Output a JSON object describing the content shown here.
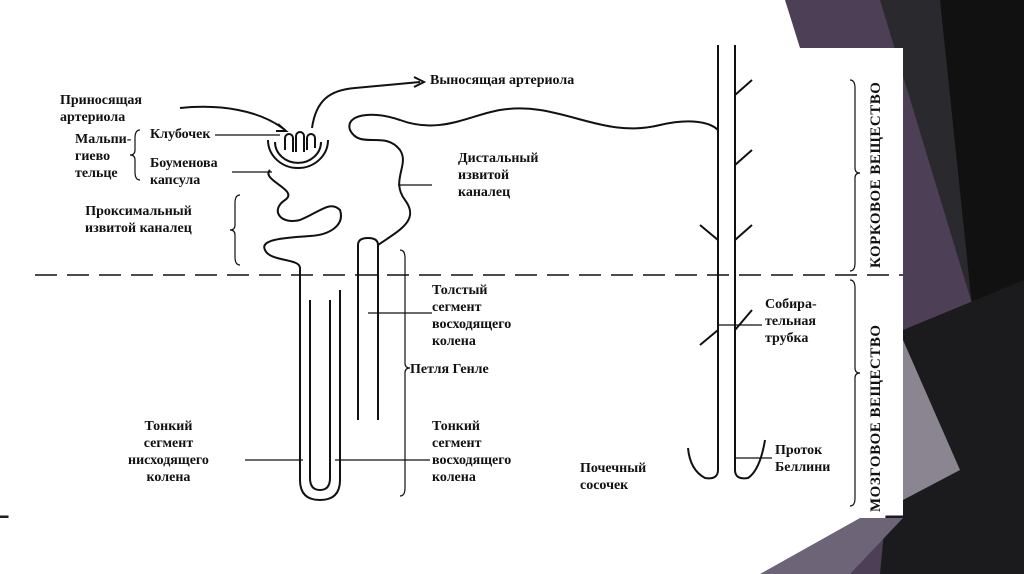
{
  "labels": {
    "afferent": [
      "Приносящая",
      "артериола"
    ],
    "efferent": "Выносящая артериола",
    "malpighian": [
      "Мальпи-",
      "гиево",
      "тельце"
    ],
    "glomerulus": "Клубочек",
    "bowman": [
      "Боуменова",
      "капсула"
    ],
    "distal": [
      "Дистальный",
      "извитой",
      "каналец"
    ],
    "proximal": [
      "Проксимальный",
      "извитой каналец"
    ],
    "thick_ascending": [
      "Толстый",
      "сегмент",
      "восходящего",
      "колена"
    ],
    "henle": "Петля Генле",
    "thin_descending": [
      "Тонкий",
      "сегмент",
      "нисходящего",
      "колена"
    ],
    "thin_ascending": [
      "Тонкий",
      "сегмент",
      "восходящего",
      "колена"
    ],
    "papilla": [
      "Почечный",
      "сосочек"
    ],
    "collecting": [
      "Собира-",
      "тельная",
      "трубка"
    ],
    "bellini": [
      "Проток",
      "Беллини"
    ],
    "cortex": "КОРКОВОЕ ВЕЩЕСТВО",
    "medulla": "МОЗГОВОЕ ВЕЩЕСТВО"
  },
  "colors": {
    "slide_dark": "#1a1a1a",
    "slide_purple": "#4d3f55",
    "slide_grey": "#8a8590"
  }
}
